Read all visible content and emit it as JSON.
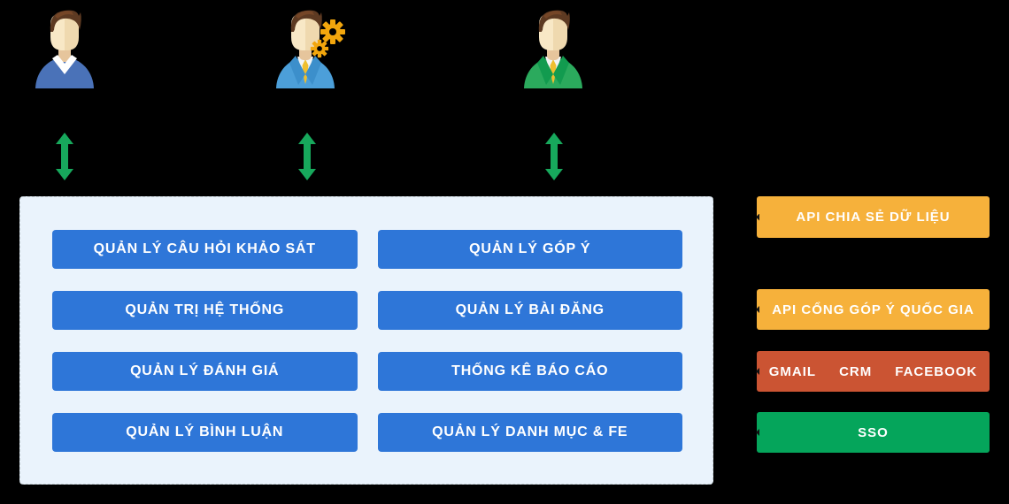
{
  "colors": {
    "background": "#000000",
    "panel_bg": "#EAF3FC",
    "panel_border": "#C4CFD6",
    "primary_blue": "#2E76D8",
    "amber": "#F6B13B",
    "rust": "#CB5433",
    "green": "#05A55B",
    "arrow_green": "#17A85C",
    "gear_orange": "#F2A60D"
  },
  "actors": [
    {
      "icon": "person-blue-sweater-icon"
    },
    {
      "icon": "person-blue-suit-with-gear-icon"
    },
    {
      "icon": "person-green-suit-icon"
    }
  ],
  "module_panel": {
    "buttons": [
      {
        "label": "QUẢN LÝ CÂU HỎI KHẢO SÁT"
      },
      {
        "label": "QUẢN LÝ GÓP Ý"
      },
      {
        "label": "QUẢN TRỊ HỆ THỐNG"
      },
      {
        "label": "QUẢN LÝ BÀI ĐĂNG"
      },
      {
        "label": "QUẢN LÝ ĐÁNH GIÁ"
      },
      {
        "label": "THỐNG KÊ BÁO CÁO"
      },
      {
        "label": "QUẢN LÝ BÌNH LUẬN"
      },
      {
        "label": "QUẢN LÝ DANH MỤC & FE"
      }
    ]
  },
  "integrations": {
    "buttons": [
      {
        "label": "API CHIA SẺ DỮ LIỆU",
        "color": "#F6B13B"
      },
      {
        "label": "API CỔNG GÓP Ý QUỐC GIA",
        "color": "#F6B13B"
      },
      {
        "label": "GMAIL CRM FACEBOOK",
        "segments": [
          "GMAIL",
          "CRM",
          "FACEBOOK"
        ],
        "color": "#CB5433"
      },
      {
        "label": "SSO",
        "color": "#05A55B"
      }
    ]
  }
}
